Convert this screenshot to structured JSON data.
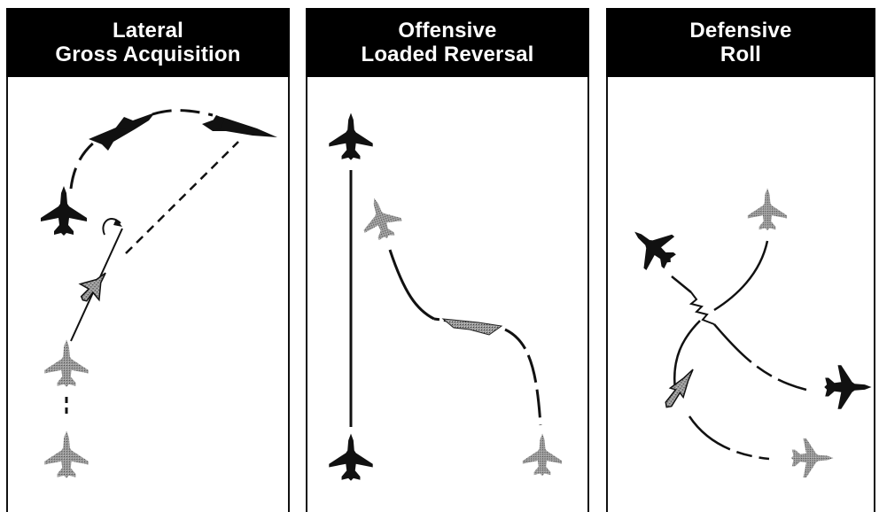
{
  "panels": [
    {
      "title_line1": "Lateral",
      "title_line2": "Gross Acquisition"
    },
    {
      "title_line1": "Offensive",
      "title_line2": "Loaded Reversal"
    },
    {
      "title_line1": "Defensive",
      "title_line2": "Roll"
    }
  ]
}
